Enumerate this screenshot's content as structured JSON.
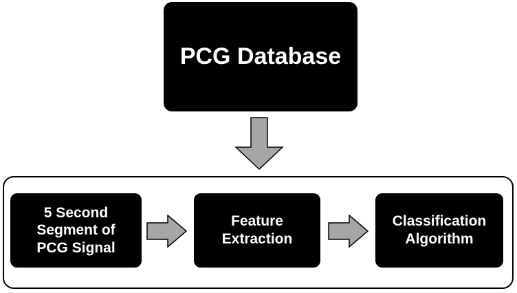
{
  "diagram": {
    "top_node": {
      "label": "PCG Database"
    },
    "pipeline": [
      {
        "label": "5 Second\nSegment of\nPCG Signal"
      },
      {
        "label": "Feature\nExtraction"
      },
      {
        "label": "Classification\nAlgorithm"
      }
    ],
    "colors": {
      "node_fill": "#000000",
      "node_text": "#ffffff",
      "arrow_fill": "#a6a6a6",
      "arrow_stroke": "#000000"
    }
  }
}
